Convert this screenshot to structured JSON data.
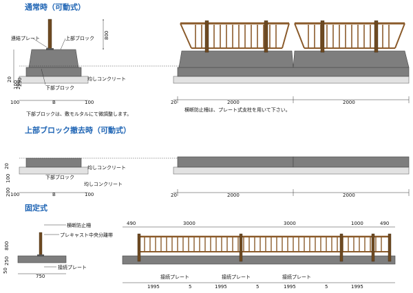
{
  "sections": {
    "normal": {
      "title": "通常時（可動式）",
      "labels": {
        "connect_plate": "連結プレート",
        "upper_block": "上部ブロック",
        "leveling_concrete": "均しコンクリート",
        "lower_block": "下部ブロック"
      },
      "dims": {
        "h800": "800",
        "v20": "20",
        "v100": "100",
        "v200": "200",
        "v250": "250",
        "b": "B",
        "w100a": "100",
        "w100b": "100",
        "len20": "20",
        "len2000a": "2000",
        "len2000b": "2000"
      },
      "note_lower": "下部ブロックは、敷モルタルにて微調整します。",
      "note_fence": "横断防止柵は、プレート式支柱を用いて下さい。"
    },
    "removed": {
      "title": "上部ブロック撤去時（可動式）",
      "labels": {
        "leveling_concrete_a": "均しコンクリート",
        "lower_block": "下部ブロック",
        "leveling_concrete_b": "均しコンクリート"
      },
      "dims": {
        "v20": "20",
        "v100": "100",
        "v200": "200",
        "b": "B",
        "w100a": "100",
        "w100b": "100",
        "len20": "20",
        "len2000a": "2000",
        "len2000b": "2000"
      }
    },
    "fixed": {
      "title": "固定式",
      "labels": {
        "fence": "横断防止柵",
        "precast_median": "プレキャスト中央分離帯",
        "connect_plate": "接続プレート",
        "connect_plate_1": "接続プレート",
        "connect_plate_2": "接続プレート",
        "connect_plate_3": "接続プレート"
      },
      "dims": {
        "h800": "800",
        "v250": "250",
        "v50": "50",
        "w750": "750",
        "top490a": "490",
        "top3000a": "3000",
        "top3000b": "3000",
        "top1000": "1000",
        "top490b": "490",
        "b1995a": "1995",
        "b5a": "5",
        "b1995b": "1995",
        "b5b": "5",
        "b1995c": "1995",
        "b5c": "5",
        "b1995d": "1995"
      }
    }
  },
  "colors": {
    "title": "#1e64b4",
    "block": "#7e7e7e",
    "fence": "#8a5a2a",
    "concrete": "#e2e2e2"
  }
}
